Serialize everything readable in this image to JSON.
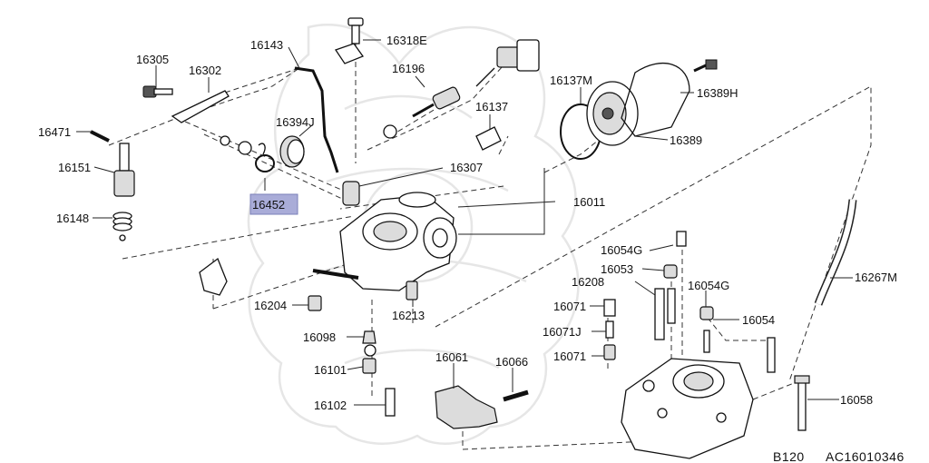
{
  "diagram": {
    "highlight_color": "#a9acd8",
    "highlight_part": "16452",
    "labels": {
      "p16305": "16305",
      "p16302": "16302",
      "p16143": "16143",
      "p16318E": "16318E",
      "p16196": "16196",
      "p16137M": "16137M",
      "p16389H": "16389H",
      "p16471": "16471",
      "p16394J": "16394J",
      "p16137": "16137",
      "p16389": "16389",
      "p16151": "16151",
      "p16307": "16307",
      "p16452": "16452",
      "p16011": "16011",
      "p16148": "16148",
      "p16054G_a": "16054G",
      "p16053": "16053",
      "p16267M": "16267M",
      "p16208": "16208",
      "p16054G_b": "16054G",
      "p16204": "16204",
      "p16213": "16213",
      "p16071": "16071",
      "p16054": "16054",
      "p16071J": "16071J",
      "p16098": "16098",
      "p16071_b": "16071",
      "p16061": "16061",
      "p16066": "16066",
      "p16101": "16101",
      "p16058": "16058",
      "p16102": "16102"
    },
    "footer": {
      "page_code": "B120",
      "figure_code": "AC16010346"
    }
  }
}
